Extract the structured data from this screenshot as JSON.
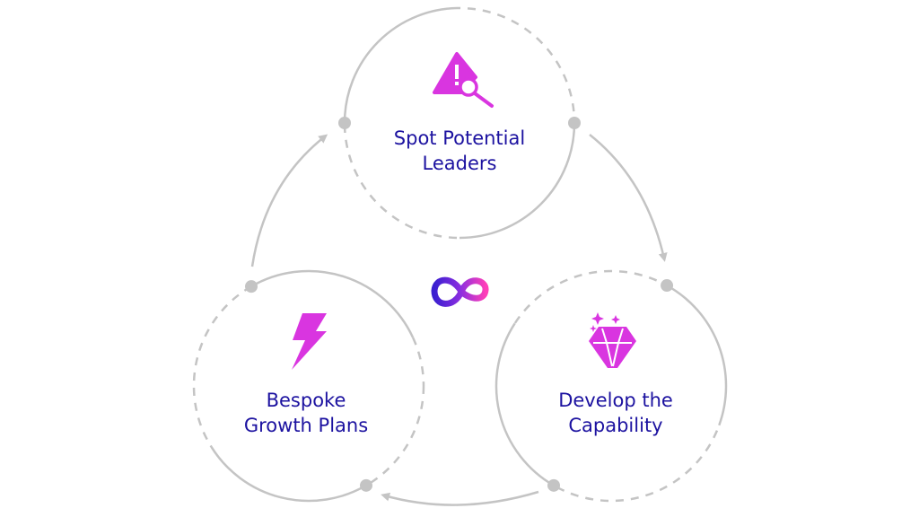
{
  "colors": {
    "ring": "#c4c4c4",
    "text": "#1c12a0",
    "icon": "#d935e0"
  },
  "center_icon": "infinity-logo-icon",
  "steps": [
    {
      "title_line1": "Spot Potential",
      "title_line2": "Leaders",
      "icon": "warning-search-icon"
    },
    {
      "title_line1": "Develop the",
      "title_line2": "Capability",
      "icon": "diamond-sparkle-icon"
    },
    {
      "title_line1": "Bespoke",
      "title_line2": "Growth Plans",
      "icon": "lightning-bolt-icon"
    }
  ]
}
